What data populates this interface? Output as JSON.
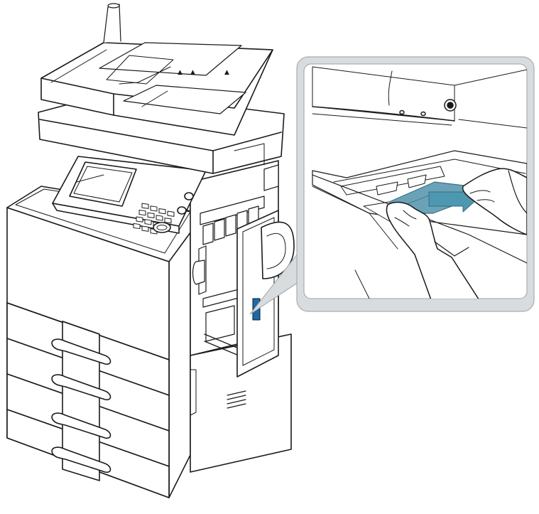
{
  "figure": {
    "kind": "technical-illustration",
    "subject": "multifunction-printer",
    "callout": "paper-jam-removal-inside-side-door",
    "colors": {
      "line": "#1a1a1a",
      "fill": "#ffffff",
      "paper_jam": "#6aa3b8",
      "arrow": "#4e97b0",
      "callout_frame": "#d9dcde",
      "accent": "#1e6aa8"
    },
    "icons": [
      "hand-icon",
      "arrow-right-icon"
    ]
  },
  "adf_marks": [
    "▲",
    "▲",
    "▲"
  ]
}
